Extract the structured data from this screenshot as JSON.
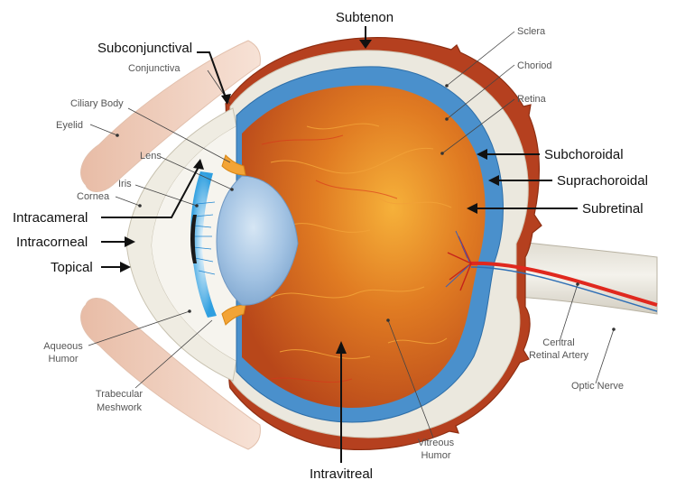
{
  "diagram": {
    "structures": {
      "sclera": "Sclera",
      "choriod": "Choriod",
      "retina": "Retina",
      "conjunctiva": "Conjunctiva",
      "ciliary_body": "Ciliary Body",
      "eyelid": "Eyelid",
      "lens": "Lens",
      "iris": "Iris",
      "cornea": "Cornea",
      "aqueous_humor": [
        "Aqueous",
        "Humor"
      ],
      "trabecular_meshwork": [
        "Trabecular",
        "Meshwork"
      ],
      "vitreous_humor": [
        "Vitreous",
        "Humor"
      ],
      "central_retinal_artery": [
        "Central",
        "Retinal Artery"
      ],
      "optic_nerve": "Optic Nerve"
    },
    "routes": {
      "subtenon": "Subtenon",
      "subconjunctival": "Subconjunctival",
      "subchoroidal": "Subchoroidal",
      "suprachoroidal": "Suprachoroidal",
      "subretinal": "Subretinal",
      "intracameral": "Intracameral",
      "intracorneal": "Intracorneal",
      "topical": "Topical",
      "intravitreal": "Intravitreal"
    },
    "colors": {
      "sclera": "#ebe8de",
      "tenon_capsule": "#b5401f",
      "choroid": "#4a90cc",
      "vitreous": "#d9661c",
      "lens": "#a9c8e6",
      "eyelid": "#f0d0bf",
      "ciliary_body": "#f3a436",
      "artery": "#e0281e"
    }
  }
}
